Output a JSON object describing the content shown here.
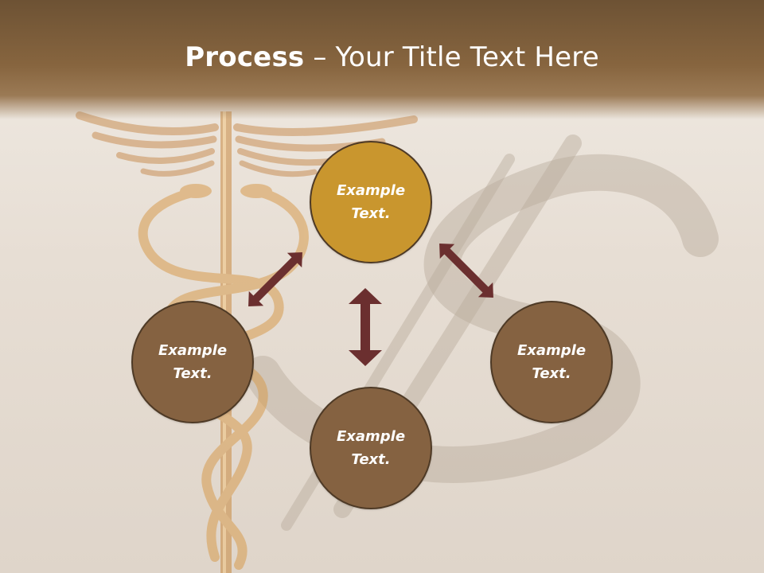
{
  "title": {
    "bold": "Process",
    "rest": " – Your Title Text Here"
  },
  "nodes": {
    "top": "Example Text.",
    "left": "Example Text.",
    "right": "Example Text.",
    "bottom": "Example Text."
  },
  "colors": {
    "header": "#7a5c3a",
    "node_highlight": "#c9962e",
    "node": "#856241",
    "node_border": "#4e3a26",
    "arrow": "#6b2f2f"
  },
  "background_image": "caduceus-with-dollar-shadow"
}
